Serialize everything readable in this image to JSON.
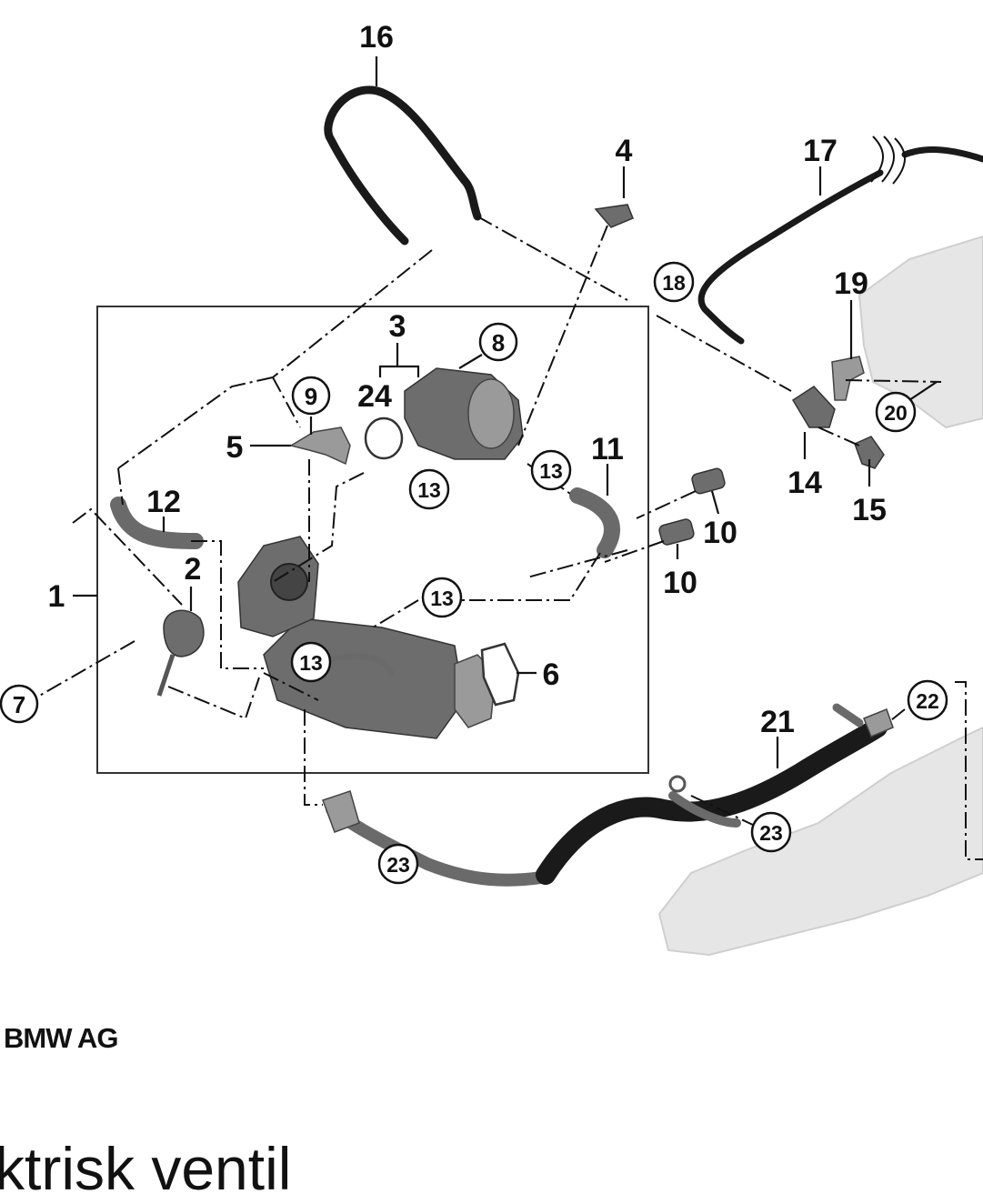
{
  "labels": {
    "l1": "1",
    "l2": "2",
    "l3": "3",
    "l4": "4",
    "l5": "5",
    "l6": "6",
    "l8": "8",
    "l9": "9",
    "l10a": "10",
    "l10b": "10",
    "l11": "11",
    "l12": "12",
    "l13a": "13",
    "l13b": "13",
    "l13c": "13",
    "l13d": "13",
    "l14": "14",
    "l15": "15",
    "l16": "16",
    "l17": "17",
    "l18": "18",
    "l19": "19",
    "l20": "20",
    "l21": "21",
    "l22": "22",
    "l23a": "23",
    "l23b": "23",
    "l24": "24",
    "l7": "7"
  },
  "copyright": "BMW AG",
  "caption": "ktrisk ventil"
}
